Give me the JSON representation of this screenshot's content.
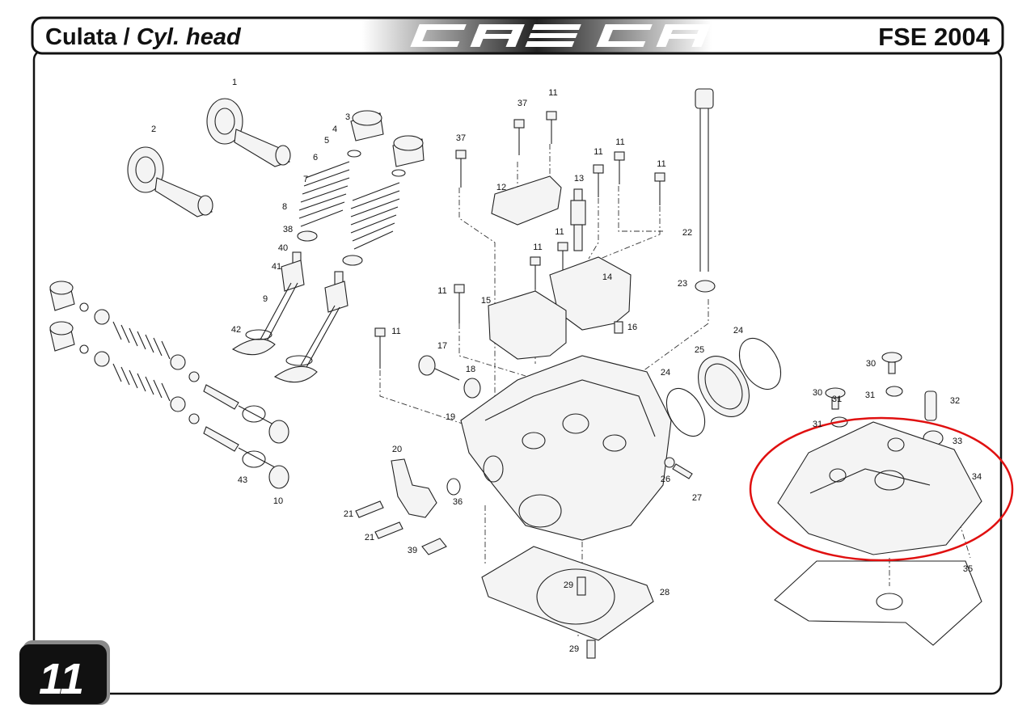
{
  "header": {
    "title_es": "Culata / ",
    "title_en": "Cyl. head",
    "brand": "GAS GAS",
    "model": "FSE 2004"
  },
  "page_number": "11",
  "highlight_color": "#e01010",
  "parts": [
    {
      "id": "p1",
      "label": "1"
    },
    {
      "id": "p2",
      "label": "2"
    },
    {
      "id": "p3",
      "label": "3"
    },
    {
      "id": "p4",
      "label": "4"
    },
    {
      "id": "p5",
      "label": "5"
    },
    {
      "id": "p6",
      "label": "6"
    },
    {
      "id": "p7",
      "label": "7"
    },
    {
      "id": "p8",
      "label": "8"
    },
    {
      "id": "p38",
      "label": "38"
    },
    {
      "id": "p40",
      "label": "40"
    },
    {
      "id": "p41",
      "label": "41"
    },
    {
      "id": "p9",
      "label": "9"
    },
    {
      "id": "p42",
      "label": "42"
    },
    {
      "id": "p43",
      "label": "43"
    },
    {
      "id": "p10",
      "label": "10"
    },
    {
      "id": "p37a",
      "label": "37"
    },
    {
      "id": "p37b",
      "label": "37"
    },
    {
      "id": "p11a",
      "label": "11"
    },
    {
      "id": "p11b",
      "label": "11"
    },
    {
      "id": "p11c",
      "label": "11"
    },
    {
      "id": "p11d",
      "label": "11"
    },
    {
      "id": "p11e",
      "label": "11"
    },
    {
      "id": "p11f",
      "label": "11"
    },
    {
      "id": "p11g",
      "label": "11"
    },
    {
      "id": "p11h",
      "label": "11"
    },
    {
      "id": "p12",
      "label": "12"
    },
    {
      "id": "p13",
      "label": "13"
    },
    {
      "id": "p14",
      "label": "14"
    },
    {
      "id": "p15",
      "label": "15"
    },
    {
      "id": "p16",
      "label": "16"
    },
    {
      "id": "p17",
      "label": "17"
    },
    {
      "id": "p18",
      "label": "18"
    },
    {
      "id": "p19",
      "label": "19"
    },
    {
      "id": "p20",
      "label": "20"
    },
    {
      "id": "p21a",
      "label": "21"
    },
    {
      "id": "p21b",
      "label": "21"
    },
    {
      "id": "p36",
      "label": "36"
    },
    {
      "id": "p39",
      "label": "39"
    },
    {
      "id": "p22",
      "label": "22"
    },
    {
      "id": "p23",
      "label": "23"
    },
    {
      "id": "p24a",
      "label": "24"
    },
    {
      "id": "p24b",
      "label": "24"
    },
    {
      "id": "p25",
      "label": "25"
    },
    {
      "id": "p26",
      "label": "26"
    },
    {
      "id": "p27",
      "label": "27"
    },
    {
      "id": "p28",
      "label": "28"
    },
    {
      "id": "p29a",
      "label": "29"
    },
    {
      "id": "p29b",
      "label": "29"
    },
    {
      "id": "p30a",
      "label": "30"
    },
    {
      "id": "p30b",
      "label": "30"
    },
    {
      "id": "p31a",
      "label": "31"
    },
    {
      "id": "p31b",
      "label": "31"
    },
    {
      "id": "p31c",
      "label": "31"
    },
    {
      "id": "p32",
      "label": "32"
    },
    {
      "id": "p33",
      "label": "33"
    },
    {
      "id": "p34",
      "label": "34"
    },
    {
      "id": "p35",
      "label": "35"
    }
  ]
}
